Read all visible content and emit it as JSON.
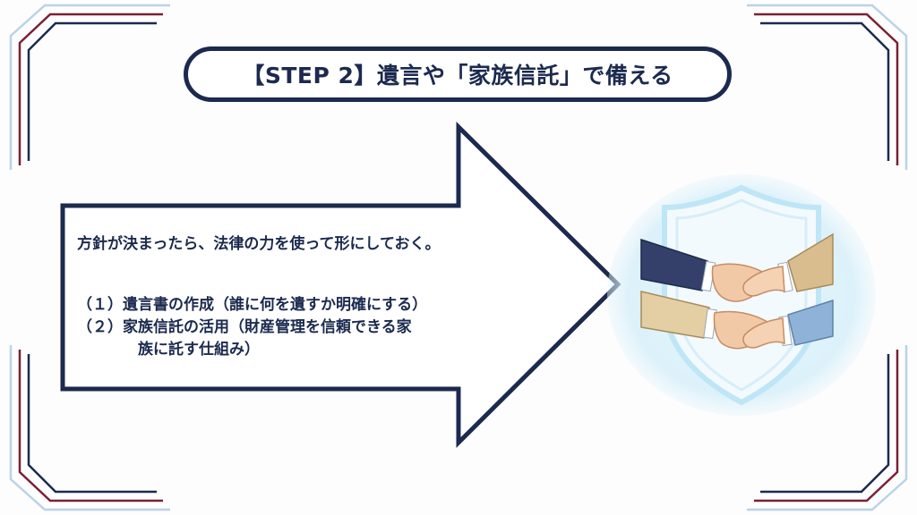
{
  "title": "【STEP 2】遺言や「家族信託」で備える",
  "intro": "方針が決まったら、法律の力を使って形にしておく。",
  "items": [
    {
      "marker": "（１）",
      "text": "遺言書の作成（誰に何を遺すか明確にする）"
    },
    {
      "marker": "（２）",
      "text": "家族信託の活用（財産管理を信頼できる家",
      "continuation": "族に託す仕組み）"
    }
  ],
  "colors": {
    "navy": "#1b2a4e",
    "maroon": "#7a2035",
    "light_blue": "#b9d3e6",
    "shield_glow": "#bfe6f7",
    "sleeve_navy": "#34406a",
    "sleeve_tan": "#d9bd8e",
    "sleeve_beige": "#e3cfa3",
    "sleeve_blue": "#8fb3d8",
    "skin": "#f2c9a6"
  },
  "icons": {
    "illustration": "handshake-shield-icon"
  }
}
